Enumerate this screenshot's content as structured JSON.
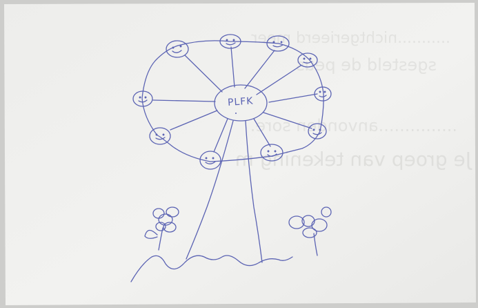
{
  "photo": {
    "hub_label": "PLFK",
    "ink_color": "#5b63b3",
    "paper_color": "#f1f1ef",
    "show_through_text_color": "#d9d9d6",
    "show_through_lines": [
      "...........nichtgerieerd meer",
      "sgesteld de peus",
      "...............anvonden sore.",
      "Je groep van tekening m"
    ]
  }
}
